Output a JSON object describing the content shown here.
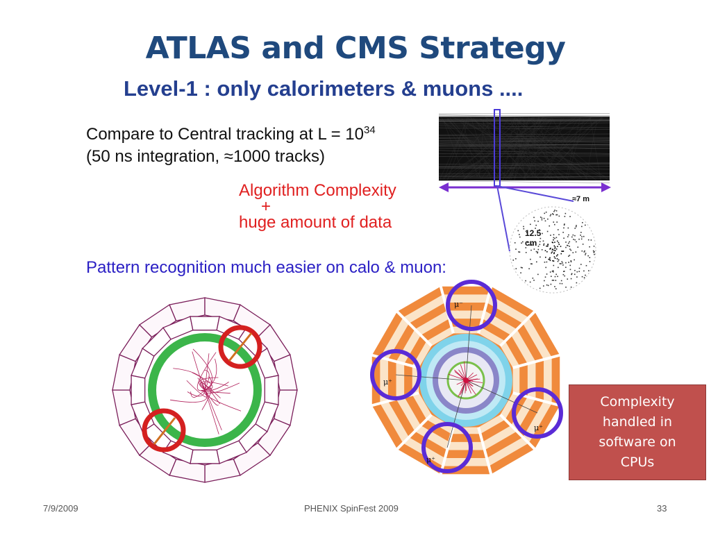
{
  "slide": {
    "title": "ATLAS and CMS Strategy",
    "subtitle": "Level-1 : only calorimeters & muons ....",
    "compare_line1_prefix": "Compare to Central tracking at L = 10",
    "compare_line1_exp": "34",
    "compare_line2": "(50 ns integration, ≈1000 tracks)",
    "red_line1": "Algorithm Complexity",
    "red_plus": "+",
    "red_line2": "huge amount of data",
    "pattern_text": "Pattern recognition much easier on calo & muon:",
    "tracker_length_label": "≈7 m",
    "tracker_radius_label_a": "12.5",
    "tracker_radius_label_b": "cm",
    "cms_muon_labels": [
      "μ⁻",
      "μ⁺",
      "μ⁺",
      "μ⁺"
    ],
    "callout_text": "Complexity handled in software on CPUs"
  },
  "footer": {
    "date": "7/9/2009",
    "center": "PHENIX SpinFest 2009",
    "page": "33"
  },
  "colors": {
    "title": "#1f497d",
    "subtitle": "#243f8f",
    "red_text": "#e02020",
    "blue_text": "#2a1fc4",
    "callout_fill": "#c0504d",
    "circle_red": "#d42020",
    "circle_purple": "#5a2bd6",
    "atlas_ring": "#7a1e5a",
    "atlas_green": "#3bb54a",
    "cms_orange": "#f08a3c",
    "cms_cyan": "#7fd3ea"
  }
}
